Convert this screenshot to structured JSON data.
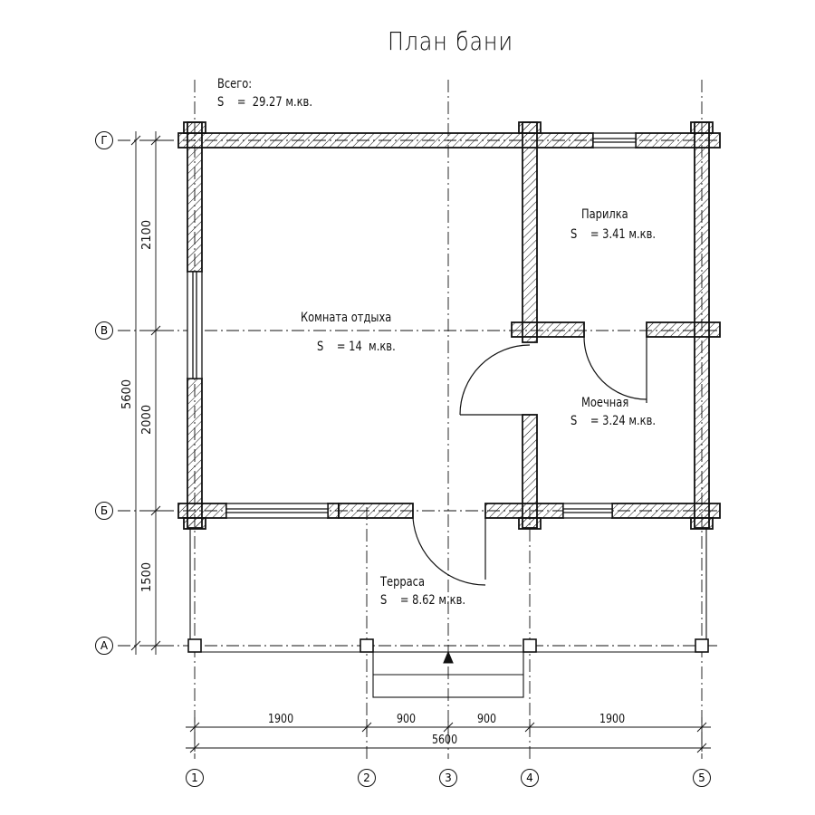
{
  "title": "План бани",
  "total": {
    "label": "Всего:",
    "area": "S    =  29.27 м.кв."
  },
  "rooms": {
    "rest_room": {
      "name": "Комната отдыха",
      "area": "S    = 14  м.кв."
    },
    "steam_room": {
      "name": "Парилка",
      "area": "S    = 3.41 м.кв."
    },
    "washroom": {
      "name": "Моечная",
      "area": "S    = 3.24 м.кв."
    },
    "terrace": {
      "name": "Терраса",
      "area": "S    = 8.62 м.кв."
    }
  },
  "axes": {
    "rows": [
      "Г",
      "В",
      "Б",
      "А"
    ],
    "cols": [
      "1",
      "2",
      "3",
      "4",
      "5"
    ]
  },
  "dimensions": {
    "bottom_segments": [
      "1900",
      "900",
      "900",
      "1900"
    ],
    "bottom_total": "5600",
    "left_segments": [
      "2100",
      "2000",
      "1500"
    ],
    "left_total": "5600"
  },
  "colors": {
    "line": "#111111",
    "hatch": "#111111",
    "background": "#ffffff"
  }
}
